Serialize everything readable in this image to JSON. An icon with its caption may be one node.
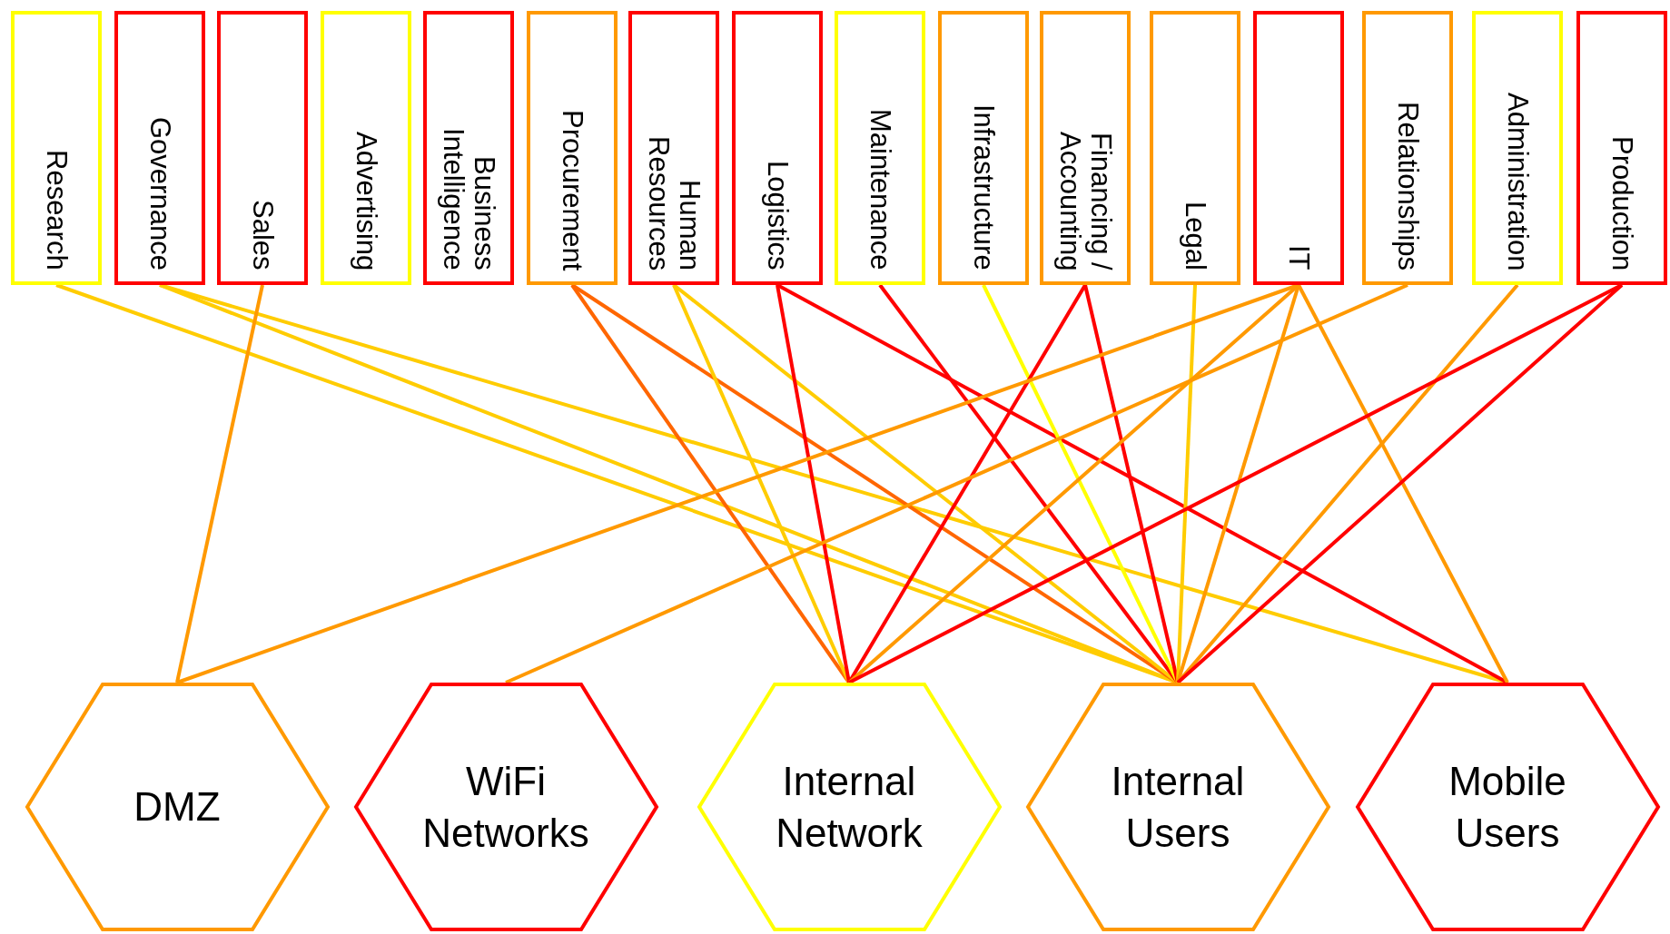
{
  "diagram": {
    "nodes": [
      {
        "text": [
          "Research"
        ]
      },
      {
        "text": [
          "Governance"
        ]
      },
      {
        "text": [
          "Sales"
        ]
      },
      {
        "text": [
          "Advertising"
        ]
      },
      {
        "text": [
          "Business Intelligence"
        ]
      },
      {
        "text": [
          "Procurement"
        ]
      },
      {
        "text": [
          "Human Resources"
        ]
      },
      {
        "text": [
          "Logistics"
        ]
      },
      {
        "text": [
          "Maintenance"
        ]
      },
      {
        "text": [
          "Infrastructure"
        ]
      },
      {
        "text": [
          "Financing / Accounting"
        ]
      },
      {
        "text": [
          "Legal"
        ]
      },
      {
        "text": [
          "IT"
        ]
      },
      {
        "text": [
          "Relationships"
        ]
      },
      {
        "text": [
          "Administration"
        ]
      },
      {
        "text": [
          "Production"
        ]
      },
      {
        "text": [
          "DMZ"
        ]
      },
      {
        "text": [
          "WiFi Networks"
        ]
      },
      {
        "text": [
          "Internal Network"
        ]
      },
      {
        "text": [
          "Internal Users"
        ]
      },
      {
        "text": [
          "Mobile Users"
        ]
      }
    ],
    "edges": [
      {
        "from": 0,
        "to": 19,
        "arrow": "none",
        "color": "#ffcc00"
      },
      {
        "from": 1,
        "to": 19,
        "arrow": "none",
        "color": "#ffcc00"
      },
      {
        "from": 1,
        "to": 20,
        "arrow": "none",
        "color": "#ffcc00"
      },
      {
        "from": 2,
        "to": 16,
        "arrow": "none",
        "color": "#ff9900"
      },
      {
        "from": 5,
        "to": 18,
        "arrow": "none",
        "color": "#ff6600"
      },
      {
        "from": 5,
        "to": 19,
        "arrow": "none",
        "color": "#ff6600"
      },
      {
        "from": 6,
        "to": 18,
        "arrow": "none",
        "color": "#ffcc00"
      },
      {
        "from": 6,
        "to": 19,
        "arrow": "none",
        "color": "#ffcc00"
      },
      {
        "from": 7,
        "to": 18,
        "arrow": "none",
        "color": "#ff0000"
      },
      {
        "from": 7,
        "to": 20,
        "arrow": "none",
        "color": "#ff0000"
      },
      {
        "from": 8,
        "to": 19,
        "arrow": "none",
        "color": "#ff0000"
      },
      {
        "from": 9,
        "to": 19,
        "arrow": "none",
        "color": "#ffff00"
      },
      {
        "from": 10,
        "to": 18,
        "arrow": "none",
        "color": "#ff0000"
      },
      {
        "from": 10,
        "to": 19,
        "arrow": "none",
        "color": "#ff0000"
      },
      {
        "from": 11,
        "to": 19,
        "arrow": "none",
        "color": "#ffcc00"
      },
      {
        "from": 12,
        "to": 16,
        "arrow": "none",
        "color": "#ff9900"
      },
      {
        "from": 12,
        "to": 18,
        "arrow": "none",
        "color": "#ff9900"
      },
      {
        "from": 12,
        "to": 19,
        "arrow": "none",
        "color": "#ff9900"
      },
      {
        "from": 12,
        "to": 20,
        "arrow": "none",
        "color": "#ff9900"
      },
      {
        "from": 13,
        "to": 17,
        "arrow": "none",
        "color": "#ff9900"
      },
      {
        "from": 14,
        "to": 19,
        "arrow": "none",
        "color": "#ff9900"
      },
      {
        "from": 15,
        "to": 18,
        "arrow": "none",
        "color": "#ff0000"
      },
      {
        "from": 15,
        "to": 19,
        "arrow": "none",
        "color": "#ff0000"
      }
    ]
  }
}
